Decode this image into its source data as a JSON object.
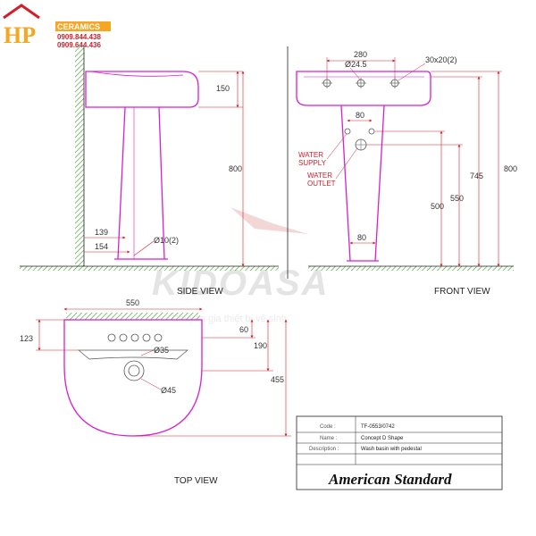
{
  "logo": {
    "hp": "HP",
    "ceramics": "CERAMICS",
    "phone1": "0909.844.438",
    "phone2": "0909.644.436",
    "color": "#f5a623"
  },
  "watermark": {
    "brand": "KIDOASA",
    "tagline": "Chuyên gia thiết bị vệ sinh"
  },
  "side_view": {
    "title": "SIDE VIEW",
    "dim_150": "150",
    "dim_800": "800",
    "dim_139": "139",
    "dim_154": "154",
    "dia_10": "Ø10(2)"
  },
  "front_view": {
    "title": "FRONT VIEW",
    "dim_280": "280",
    "dia_245": "Ø24.5",
    "slot": "30x20(2)",
    "dim_80_top": "80",
    "dim_80_bottom": "80",
    "dim_500": "500",
    "dim_550": "550",
    "dim_745": "745",
    "dim_800": "800",
    "water_supply_1": "WATER",
    "water_supply_2": "SUPPLY",
    "water_outlet_1": "WATER",
    "water_outlet_2": "OUTLET"
  },
  "top_view": {
    "title": "TOP VIEW",
    "dim_550": "550",
    "dim_123": "123",
    "dim_60": "60",
    "dim_190": "190",
    "dim_455": "455",
    "dia_35": "Ø35",
    "dia_45": "Ø45"
  },
  "info": {
    "code_label": "Code :",
    "code_value": "TF-0553/0742",
    "name_label": "Name :",
    "name_value": "Concept D Shape",
    "desc_label": "Description :",
    "desc_value": "Wash basin with pedestal",
    "brand": "American Standard"
  },
  "colors": {
    "outline": "#d61fd6",
    "dimension_line": "#d2202a",
    "text": "#333333",
    "wall_hatch": "#3a9a2a"
  }
}
